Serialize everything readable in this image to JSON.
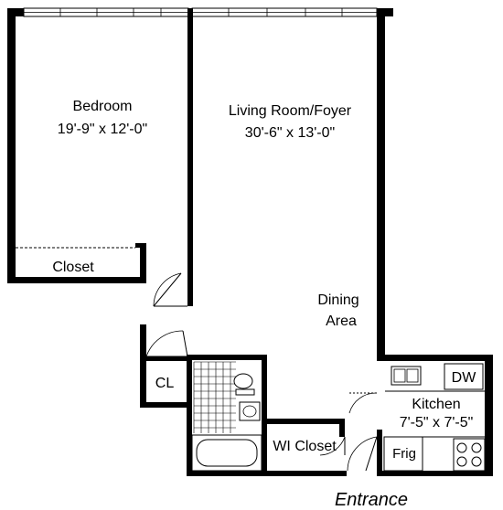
{
  "rooms": {
    "bedroom": {
      "name": "Bedroom",
      "dims": "19'-9\" x 12'-0\""
    },
    "living": {
      "name": "Living Room/Foyer",
      "dims": "30'-6\" x 13'-0\""
    },
    "dining": {
      "name_line1": "Dining",
      "name_line2": "Area"
    },
    "kitchen": {
      "name": "Kitchen",
      "dims": "7'-5\" x 7'-5\""
    },
    "closet": {
      "name": "Closet"
    },
    "cl": {
      "name": "CL"
    },
    "wi_closet": {
      "name": "WI Closet"
    }
  },
  "fixtures": {
    "dishwasher": "DW",
    "fridge": "Frig"
  },
  "entrance": "Entrance"
}
